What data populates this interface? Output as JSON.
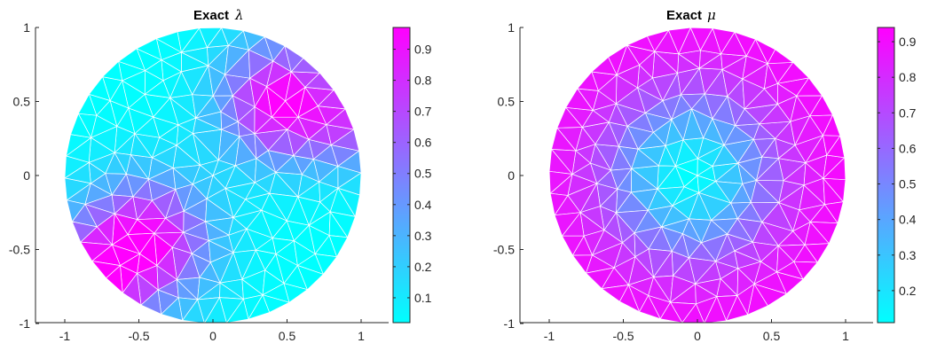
{
  "chart_data": [
    {
      "type": "heatmap",
      "title": "Exact",
      "title_symbol": "λ",
      "xlim": [
        -1.2,
        1.2
      ],
      "ylim": [
        -1,
        1
      ],
      "xticks": [
        "-1",
        "-0.5",
        "0",
        "0.5",
        "1"
      ],
      "yticks": [
        "-1",
        "-0.5",
        "0",
        "0.5",
        "1"
      ],
      "domain": "unit disk, triangular finite-element mesh",
      "colormap": "cool",
      "colormap_colors": [
        "#00ffff",
        "#ff00ff"
      ],
      "colorbar": {
        "range": [
          0.02,
          0.97
        ],
        "ticks": [
          "0.1",
          "0.2",
          "0.3",
          "0.4",
          "0.5",
          "0.6",
          "0.7",
          "0.8",
          "0.9"
        ]
      },
      "field": {
        "background": 0.02,
        "peaks": [
          {
            "x": 0.45,
            "y": 0.5,
            "value": 0.97,
            "width": 0.28
          },
          {
            "x": -0.45,
            "y": -0.45,
            "value": 0.97,
            "width": 0.3
          },
          {
            "x": 0.95,
            "y": 0.35,
            "value": 0.55,
            "width": 0.22
          },
          {
            "x": -0.85,
            "y": -0.7,
            "value": 0.6,
            "width": 0.25
          }
        ]
      }
    },
    {
      "type": "heatmap",
      "title": "Exact",
      "title_symbol": "μ",
      "xlim": [
        -1.2,
        1.2
      ],
      "ylim": [
        -1,
        1
      ],
      "xticks": [
        "-1",
        "-0.5",
        "0",
        "0.5",
        "1"
      ],
      "yticks": [
        "-1",
        "-0.5",
        "0",
        "0.5",
        "1"
      ],
      "domain": "unit disk, triangular finite-element mesh",
      "colormap": "cool",
      "colormap_colors": [
        "#00ffff",
        "#ff00ff"
      ],
      "colorbar": {
        "range": [
          0.11,
          0.94
        ],
        "ticks": [
          "0.2",
          "0.3",
          "0.4",
          "0.5",
          "0.6",
          "0.7",
          "0.8",
          "0.9"
        ]
      },
      "field": {
        "background": 0.94,
        "dip": {
          "x": -0.05,
          "y": 0.0,
          "value": 0.11,
          "width": 0.4
        }
      }
    }
  ],
  "colors": {
    "axis": "#262626",
    "mesh": "#ffffff",
    "background": "#ffffff"
  }
}
